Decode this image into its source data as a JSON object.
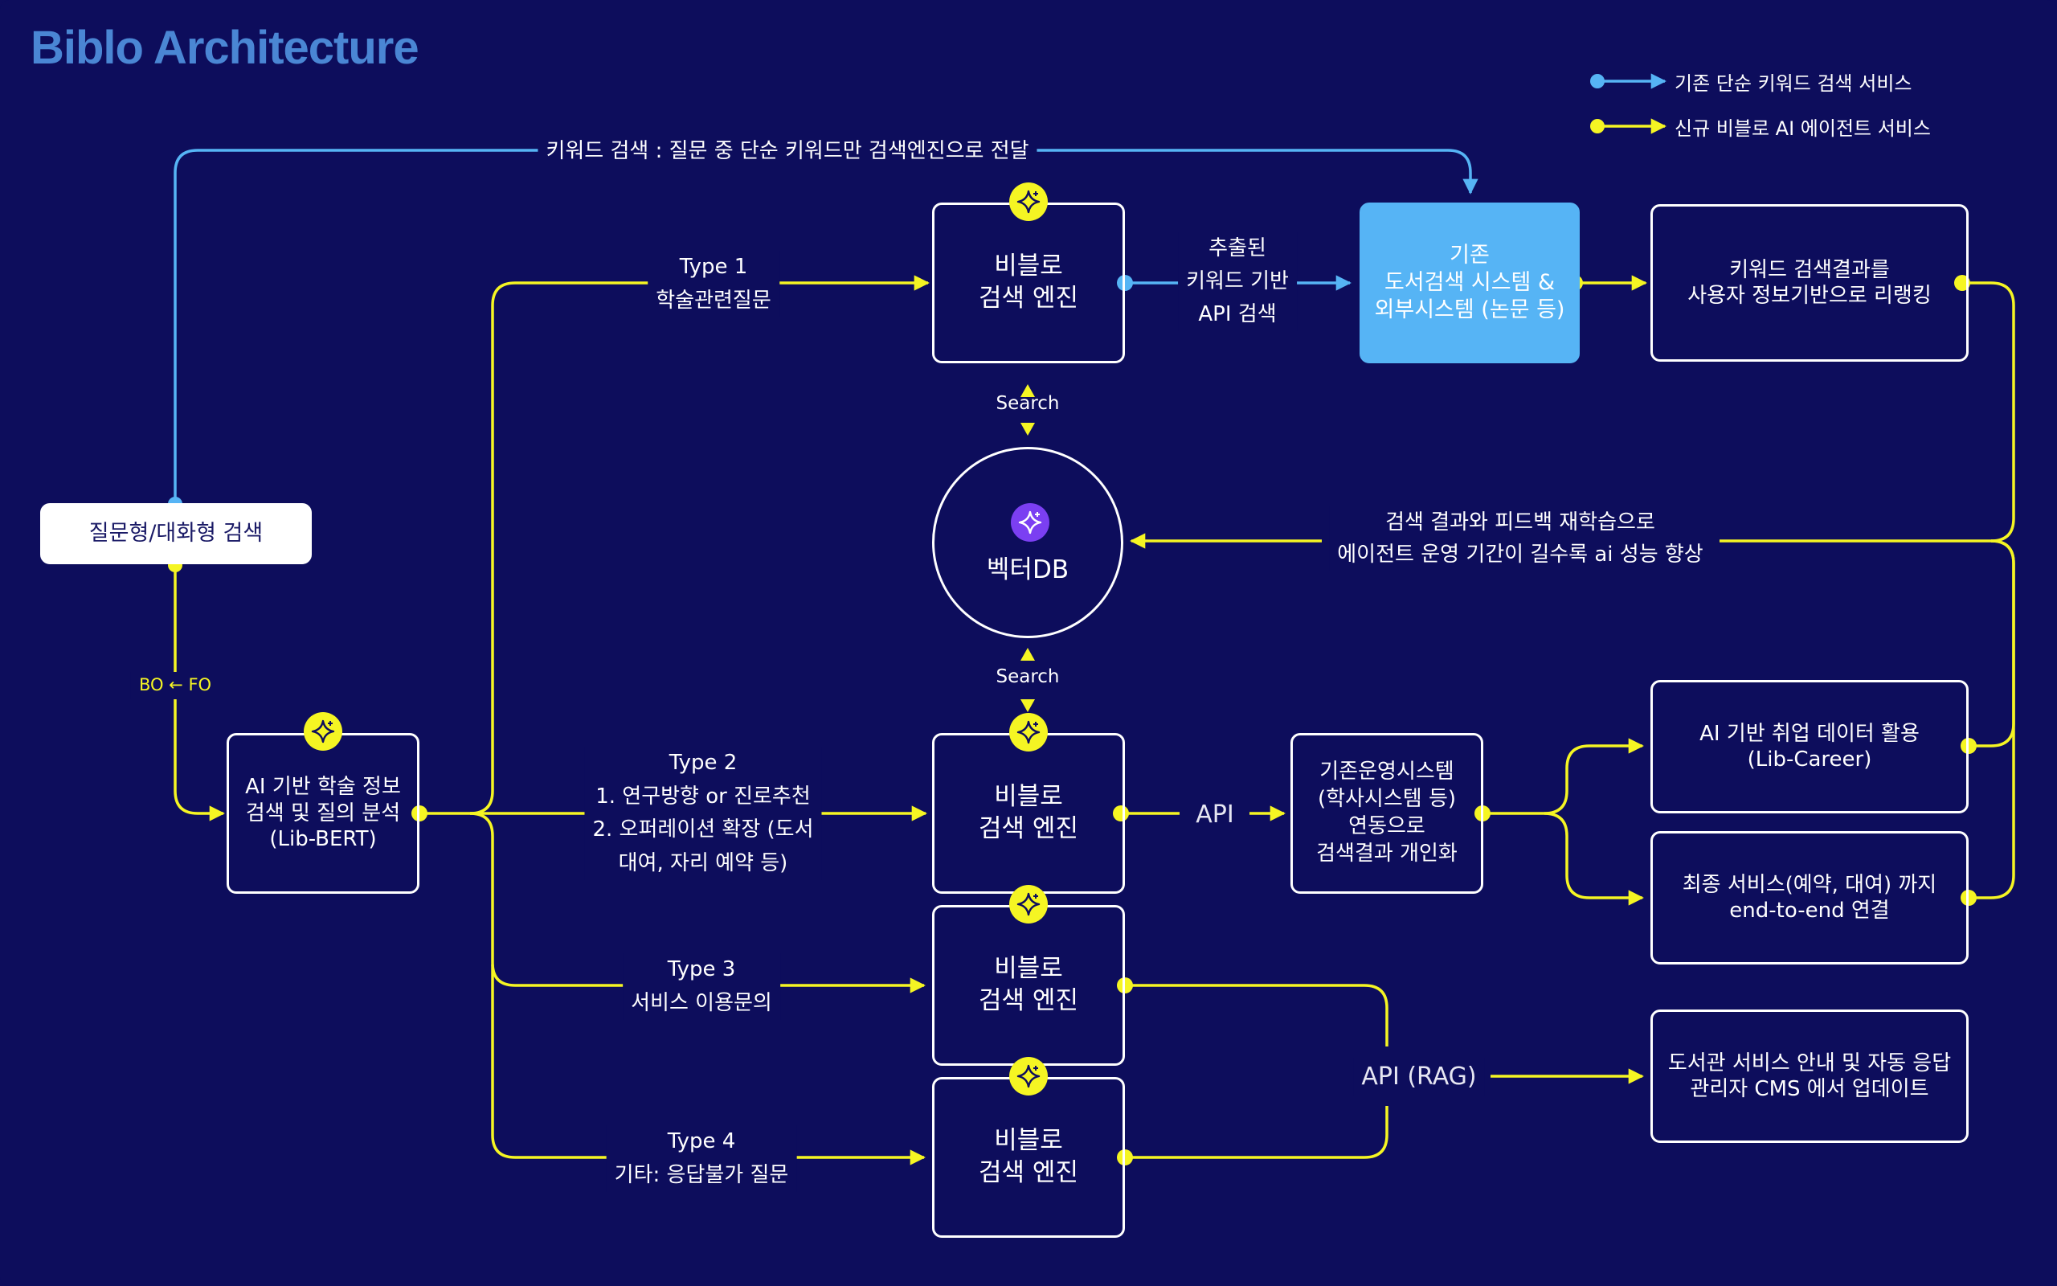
{
  "title": "Biblo Architecture",
  "legend": {
    "existing": "기존 단순 키워드 검색 서비스",
    "new": "신규 비블로 AI 에이전트 서비스"
  },
  "colors": {
    "background": "#0d0d5c",
    "blue": "#56b4f5",
    "yellow": "#f5f523",
    "purple": "#7b3ff2",
    "title": "#4a86d4"
  },
  "icons": {
    "sparkle": "sparkle-icon"
  },
  "nodes": {
    "query": "질문형/대화형 검색",
    "libbert": [
      "AI 기반 학술 정보",
      "검색 및 질의 분석",
      "(Lib-BERT)"
    ],
    "engine": [
      "비블로",
      "검색 엔진"
    ],
    "vectordb": "벡터DB",
    "existing_system": [
      "기존",
      "도서검색 시스템 &",
      "외부시스템 (논문 등)"
    ],
    "rerank": [
      "키워드 검색결과를",
      "사용자 정보기반으로 리랭킹"
    ],
    "ops_system": [
      "기존운영시스템",
      "(학사시스템 등)",
      "연동으로",
      "검색결과 개인화"
    ],
    "lib_career": [
      "AI 기반 취업 데이터 활용",
      "(Lib-Career)"
    ],
    "end_to_end": [
      "최종 서비스(예약, 대여) 까지",
      "end-to-end 연결"
    ],
    "cms": [
      "도서관 서비스 안내 및 자동 응답",
      "관리자 CMS 에서 업데이트"
    ]
  },
  "labels": {
    "keyword_search": "키워드 검색 : 질문 중 단순 키워드만 검색엔진으로 전달",
    "bo_fo": "BO ← FO",
    "type1": [
      "Type 1",
      "학술관련질문"
    ],
    "type2": [
      "Type 2",
      "1. 연구방향 or 진로추천",
      "2. 오퍼레이션 확장 (도서",
      "대여, 자리 예약 등)"
    ],
    "type3": [
      "Type 3",
      "서비스 이용문의"
    ],
    "type4": [
      "Type 4",
      "기타: 응답불가 질문"
    ],
    "extracted": [
      "추출된",
      "키워드 기반",
      "API 검색"
    ],
    "search": "Search",
    "feedback": [
      "검색 결과와 피드백 재학습으로",
      "에이전트 운영 기간이 길수록 ai 성능 향상"
    ],
    "api": "API",
    "api_rag": "API (RAG)"
  }
}
